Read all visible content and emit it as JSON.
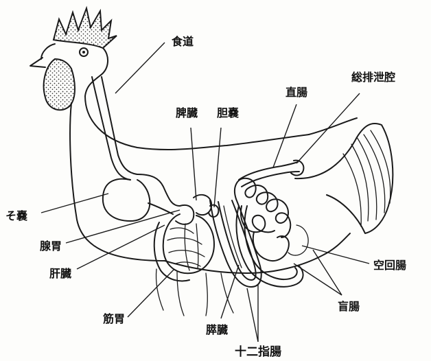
{
  "labels": {
    "esophagus": "食道",
    "cloaca": "総排泄腔",
    "rectum": "直腸",
    "spleen": "脾臓",
    "gallbladder": "胆嚢",
    "crop": "そ嚢",
    "jejunum_ileum": "空回腸",
    "proventriculus": "腺胃",
    "liver": "肝臓",
    "cecum": "盲腸",
    "gizzard": "筋胃",
    "pancreas": "膵臓",
    "duodenum": "十二指腸"
  }
}
